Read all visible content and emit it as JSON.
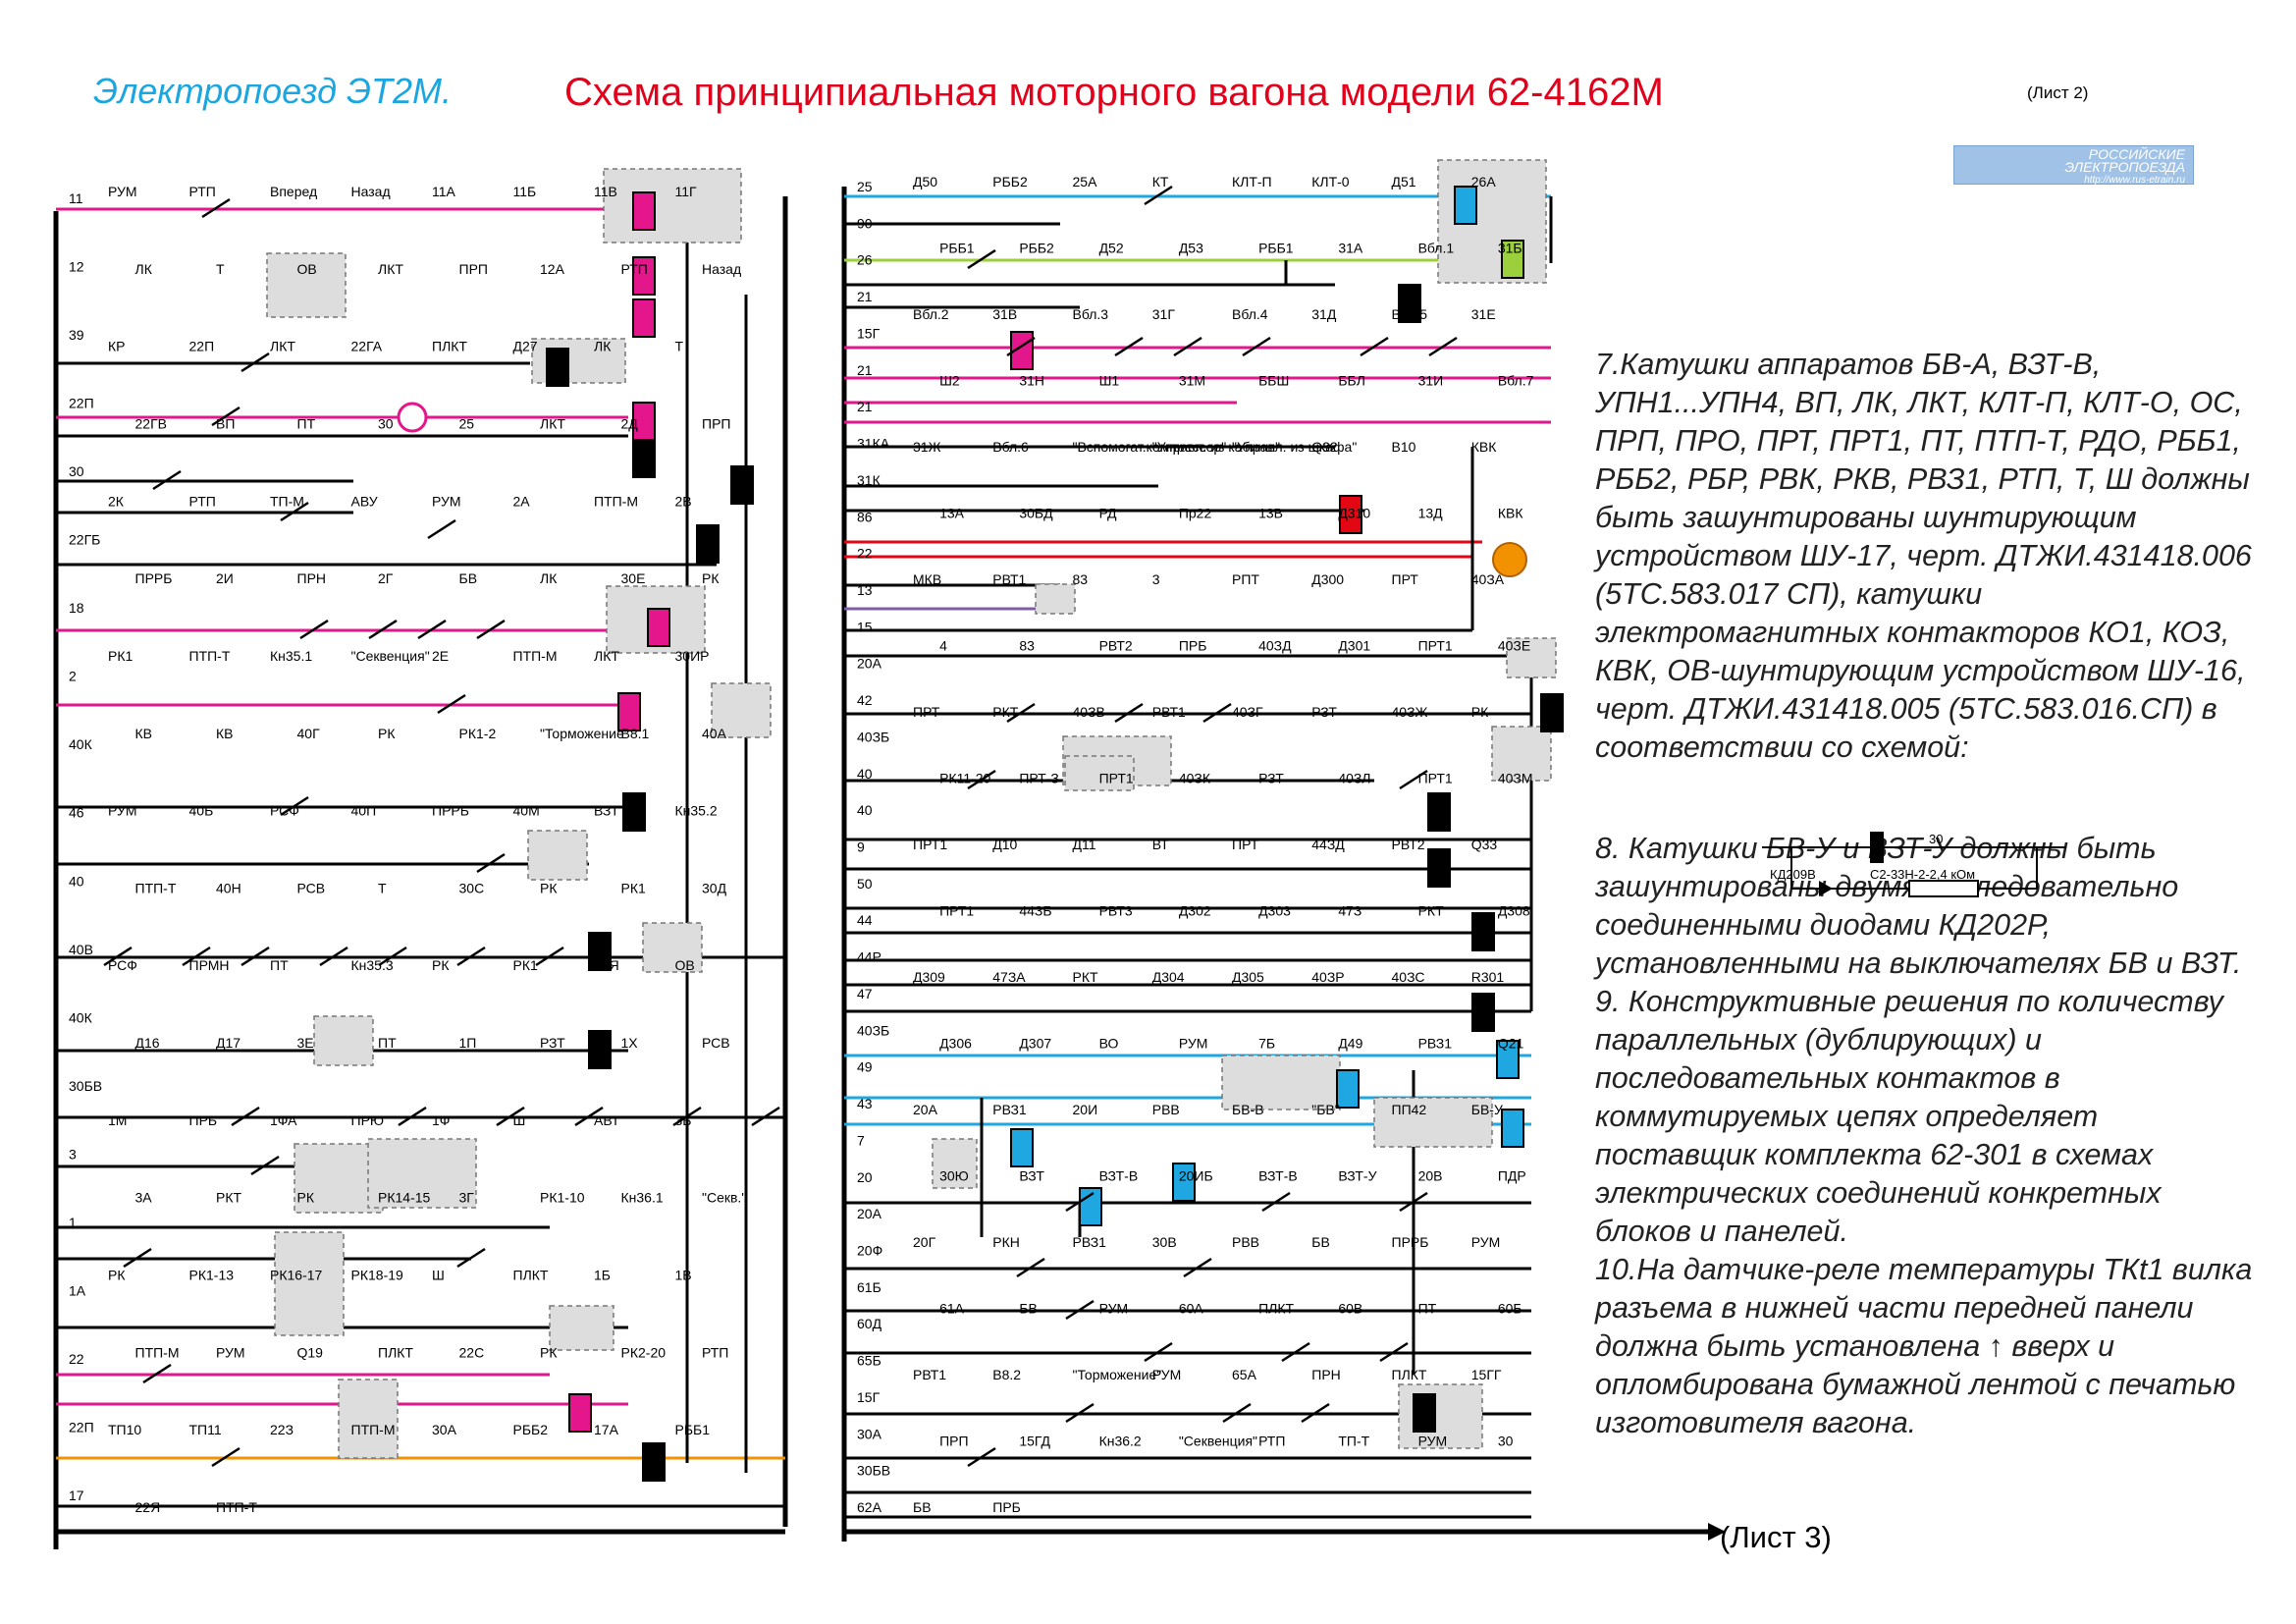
{
  "header": {
    "train": "Электропоезд ЭТ2М.",
    "title": "Схема принципиальная моторного вагона модели 62-4162М",
    "sheet": "(Лист 2)"
  },
  "logo": {
    "line1": "РОССИЙСКИЕ",
    "line2": "ЭЛЕКТРОПОЕЗДА",
    "line3": "http://www.rus-etrain.ru"
  },
  "colors": {
    "pink": "#e3178b",
    "blue": "#1ea7e0",
    "green": "#9bcf3b",
    "red": "#e30613",
    "orange": "#f39200",
    "purple": "#7b5ea7",
    "black": "#000000",
    "box_gray": "#dddddd"
  },
  "diagram": {
    "left_wires": [
      "11",
      "12",
      "39",
      "22П",
      "30",
      "22ГБ",
      "18",
      "2",
      "40К",
      "46",
      "40",
      "40В",
      "40К",
      "30БВ",
      "3",
      "1",
      "1А",
      "22",
      "22П",
      "17"
    ],
    "right_wires": [
      "25",
      "90",
      "26",
      "21",
      "15Г",
      "21",
      "21",
      "31КА",
      "31К",
      "86",
      "22",
      "13",
      "15",
      "20А",
      "42",
      "40ЗБ",
      "40",
      "40",
      "9",
      "50",
      "44",
      "44Р",
      "47",
      "40ЗБ",
      "49",
      "43",
      "7",
      "20",
      "20А",
      "20Ф",
      "61Б",
      "60Д",
      "65Б",
      "15Г",
      "30А",
      "30БВ",
      "62А"
    ],
    "labels_left": [
      "РУМ",
      "РТП",
      "Вперед",
      "Назад",
      "11А",
      "11Б",
      "11В",
      "11Г",
      "ЛК",
      "Т",
      "ОВ",
      "ЛКТ",
      "ПРП",
      "12А",
      "РТП",
      "Назад",
      "КР",
      "22П",
      "ЛКТ",
      "22ГА",
      "ПЛКТ",
      "Д27",
      "ЛК",
      "Т",
      "22ГВ",
      "ВП",
      "ПТ",
      "30",
      "25",
      "ЛКТ",
      "2Д",
      "ПРП",
      "2К",
      "РТП",
      "ТП-М",
      "АВУ",
      "РУМ",
      "2А",
      "ПТП-М",
      "2В",
      "ПРРБ",
      "2И",
      "ПРН",
      "2Г",
      "БВ",
      "ЛК",
      "30Е",
      "РК",
      "РК1",
      "ПТП-Т",
      "Кн35.1",
      "\"Секвенция\"",
      "2Е",
      "ПТП-М",
      "ЛКТ",
      "30ИР",
      "КВ",
      "КВ",
      "40Г",
      "РК",
      "РК1-2",
      "\"Торможение\"",
      "В8.1",
      "40А",
      "РУМ",
      "40Б",
      "РСФ",
      "40П",
      "ПРРБ",
      "40М",
      "ВЗТ",
      "Кн35.2",
      "ПТП-Т",
      "40Н",
      "РСВ",
      "Т",
      "30С",
      "РК",
      "РК1",
      "30Д",
      "РСФ",
      "ПРМН",
      "ПТ",
      "Кн35.3",
      "РК",
      "РК1",
      "40Я",
      "ОВ",
      "Д16",
      "Д17",
      "3Е",
      "ПТ",
      "1П",
      "РЗТ",
      "1Х",
      "РСВ",
      "1М",
      "ПРБ",
      "1ФА",
      "ПРЮ",
      "1Ф",
      "Ш",
      "АВТ",
      "3Б",
      "3А",
      "РКТ",
      "РК",
      "РК14-15",
      "3Г",
      "РК1-10",
      "Кн36.1",
      "\"Секв.\"",
      "РК",
      "РК1-13",
      "РК16-17",
      "РК18-19",
      "Ш",
      "ПЛКТ",
      "1Б",
      "1В",
      "ПТП-М",
      "РУМ",
      "Q19",
      "ПЛКТ",
      "22С",
      "РК",
      "РК2-20",
      "РТП",
      "ТП10",
      "ТП11",
      "22З",
      "ПТП-М",
      "30А",
      "РББ2",
      "17А",
      "РББ1",
      "22Я",
      "ПТП-Т"
    ],
    "labels_right": [
      "Д50",
      "РББ2",
      "25А",
      "КТ",
      "КЛТ-П",
      "КЛТ-0",
      "Д51",
      "26А",
      "РББ1",
      "РББ2",
      "Д52",
      "Д53",
      "РББ1",
      "31А",
      "Вбл.1",
      "31Б",
      "Вбл.2",
      "31В",
      "Вбл.3",
      "31Г",
      "Вбл.4",
      "31Д",
      "Вбл.5",
      "31Е",
      "Ш2",
      "31Н",
      "Ш1",
      "31М",
      "ББШ",
      "ББЛ",
      "31И",
      "Вбл.7",
      "31Ж",
      "Вбл.6",
      "\"Вспомогат.компрессор\"",
      "\"Управл. из кабины\"",
      "\"Управл. из шкафа\"",
      "Q32",
      "В10",
      "КВК",
      "13А",
      "30БД",
      "РД",
      "Пр22",
      "13В",
      "Д310",
      "13Д",
      "КВК",
      "МКВ",
      "РВТ1",
      "83",
      "3",
      "РПТ",
      "Д300",
      "ПРТ",
      "40ЗА",
      "4",
      "83",
      "РВТ2",
      "ПРБ",
      "40ЗД",
      "Д301",
      "ПРТ1",
      "40ЗЕ",
      "ПРТ",
      "РКТ",
      "40ЗВ",
      "РВТ1",
      "40ЗГ",
      "РЗТ",
      "40ЗЖ",
      "РК",
      "РК11-20",
      "ПРТ-З",
      "ПРТ1",
      "40ЗК",
      "РЗТ",
      "40ЗЛ",
      "ПРТ1",
      "40ЗМ",
      "ПРТ1",
      "Д10",
      "Д11",
      "ВТ",
      "ПРТ",
      "44ЗД",
      "РВТ2",
      "Q33",
      "ПРТ1",
      "44ЗБ",
      "РВТ3",
      "Д302",
      "Д303",
      "47З",
      "РКТ",
      "Д308",
      "Д309",
      "47ЗА",
      "РКТ",
      "Д304",
      "Д305",
      "40ЗР",
      "40ЗС",
      "R301",
      "Д306",
      "Д307",
      "ВО",
      "РУМ",
      "7Б",
      "Д49",
      "РВЗ1",
      "Q21",
      "20А",
      "РВЗ1",
      "20И",
      "РВВ",
      "БВ-В",
      "\"БВ\"",
      "ПП42",
      "БВ-У",
      "30Ю",
      "ВЗТ",
      "ВЗТ-В",
      "20ИБ",
      "ВЗТ-В",
      "ВЗТ-У",
      "20В",
      "ПДР",
      "20Г",
      "РКН",
      "РВЗ1",
      "30В",
      "РВВ",
      "БВ",
      "ПРРБ",
      "РУМ",
      "61А",
      "БВ",
      "РУМ",
      "60А",
      "ПЛКТ",
      "60В",
      "ПТ",
      "60Б",
      "РВТ1",
      "В8.2",
      "\"Торможение\"",
      "РУМ",
      "65А",
      "ПРН",
      "ПЛКТ",
      "15ГГ",
      "ПРП",
      "15ГД",
      "Кн36.2",
      "\"Секвенция\"",
      "РТП",
      "ТП-Т",
      "РУМ",
      "30",
      "БВ",
      "ПРБ"
    ]
  },
  "notes": {
    "n7": "7.Катушки аппаратов БВ-А, ВЗТ-В, УПН1...УПН4, ВП, ЛК, ЛКТ, КЛТ-П, КЛТ-О, ОС, ПРП, ПРО, ПРТ, ПРТ1, ПТ, ПТП-Т, РДО, РББ1, РББ2, РБР, РВК, РКВ, РВЗ1, РТП, Т, Ш должны быть зашунтированы шунтирующим устройством ШУ-17, черт. ДТЖИ.431418.006 (5ТС.583.017 СП), катушки электромагнитных контакторов КО1, КОЗ, КВК, ОВ-шунтирующим устройством ШУ-16, черт. ДТЖИ.431418.005 (5ТС.583.016.СП) в соответствии со схемой:",
    "n8": "8. Катушки БВ-У и ВЗТ-У должны быть зашунтированы двумя последовательно соединенными диодами КД202Р, установленными на выключателях БВ и ВЗТ.",
    "n9": "9. Конструктивные решения по количеству параллельных (дублирующих) и последовательных контактов в коммутируемых цепях определяет поставщик комплекта 62-301 в схемах электрических соединений конкретных блоков и панелей.",
    "n10": "10.На датчике-реле температуры ТКt1 вилка разъема в нижней части передней панели должна быть установлена ↑ вверх и опломбирована бумажной лентой с печатью изготовителя вагона."
  },
  "mini_schema": {
    "wire": "30",
    "diode": "КД209В",
    "resistor": "С2-33Н-2-2,4 кОм"
  },
  "footer": {
    "next_sheet": "(Лист 3)"
  }
}
